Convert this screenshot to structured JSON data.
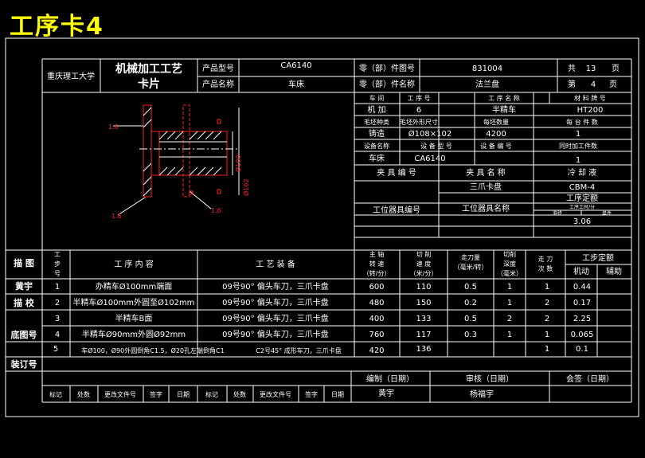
{
  "page_title": "工序卡4",
  "header": {
    "school": "重庆理工大学",
    "card_title_1": "机械加工工艺",
    "card_title_2": "卡片",
    "product_model_label": "产品型号",
    "product_model": "CA6140",
    "product_name_label": "产品名称",
    "product_name": "车床",
    "part_no_label": "零（部）件图号",
    "part_no": "831004",
    "part_name_label": "零（部）件名称",
    "part_name": "法兰盘",
    "total_label": "共",
    "total_value": "13",
    "page_unit": "页",
    "page_label": "第",
    "page_value": "4",
    "page_unit2": "页"
  },
  "info": {
    "r1": [
      "车    间",
      "工 序 号",
      "工  序  名  称",
      "材 料 牌 号"
    ],
    "r2": [
      "机 加",
      "6",
      "半精车",
      "HT200"
    ],
    "r3": [
      "毛坯种类",
      "毛坯外形尺寸",
      "每坯数量",
      "每 台 件 数"
    ],
    "r4": [
      "铸造",
      "Ø108×102",
      "4200",
      "1"
    ],
    "r5": [
      "设备名称",
      "设 备 型 号",
      "设 备 编 号",
      "同时加工件数"
    ],
    "r6": [
      "车床",
      "CA6140",
      "",
      "1"
    ],
    "r7": [
      "夹 具 编 号",
      "夹 具 名 称",
      "冷 却 液"
    ],
    "r8": [
      "",
      "三爪卡盘",
      "CBM-4"
    ],
    "quota": "工序定额",
    "r9": [
      "工位器具编号",
      "工位器具名称",
      "工序工时/分",
      "准终",
      "单件"
    ],
    "r10": "3.06"
  },
  "drawing_labels": [
    "1.6",
    "1.6",
    "1.6",
    "Ø100",
    "Ø102"
  ],
  "process_header": {
    "diagram": "描 图",
    "step_no": "工\n步\n号",
    "content": "工  序  内  容",
    "equipment": "工  艺  装  备",
    "spindle": "主 轴 转 速 （转/分）",
    "speed": "切 削 速 度 （米/分）",
    "feed": "走刀量 （毫米/转）",
    "depth": "切削 深度 （毫米）",
    "passes": "走 刀 次 数",
    "quota": "工步定额",
    "machine": "机动",
    "aux": "辅助"
  },
  "side_labels": [
    "黄宇",
    "描 校",
    "底图号",
    "装订号"
  ],
  "rows": [
    {
      "no": "1",
      "content": "办精车Ø100mm端面",
      "equip": "09号90° 偏头车刀，三爪卡盘",
      "spindle": "600",
      "speed": "110",
      "feed": "0.5",
      "depth": "1",
      "passes": "1",
      "machine": "0.44"
    },
    {
      "no": "2",
      "content": "半精车Ø100mm外圆至Ø102mm",
      "equip": "09号90° 偏头车刀，三爪卡盘",
      "spindle": "480",
      "speed": "150",
      "feed": "0.2",
      "depth": "1",
      "passes": "2",
      "machine": "0.17"
    },
    {
      "no": "3",
      "content": "半精车B面",
      "equip": "09号90° 偏头车刀，三爪卡盘",
      "spindle": "400",
      "speed": "133",
      "feed": "0.5",
      "depth": "2",
      "passes": "2",
      "machine": "2.25"
    },
    {
      "no": "4",
      "content": "半精车Ø90mm外圆Ø92mm",
      "equip": "09号90° 偏头车刀，三爪卡盘",
      "spindle": "760",
      "speed": "117",
      "feed": "0.3",
      "depth": "1",
      "passes": "1",
      "machine": "0.065"
    },
    {
      "no": "5",
      "content": "车Ø100，Ø90外圆倒角C1.5，Ø20孔左端倒角C1",
      "equip": "C2号45° 成形车刀，三爪卡盘",
      "spindle": "420",
      "speed": "136",
      "feed": "",
      "depth": "",
      "passes": "1",
      "machine": "0.1"
    }
  ],
  "footer": {
    "compile": "编制（日期）",
    "review": "审核（日期）",
    "sign": "会签（日期）",
    "compiler": "黄宇",
    "reviewer": "杨福宇",
    "cols": [
      "标记",
      "处数",
      "更改文件号",
      "签字",
      "日期",
      "标记",
      "处数",
      "更改文件号",
      "签字",
      "日期"
    ]
  },
  "colors": {
    "title": "#ffff00",
    "drawing": "#ff0000",
    "line": "#ffffff",
    "bg": "#000000"
  }
}
